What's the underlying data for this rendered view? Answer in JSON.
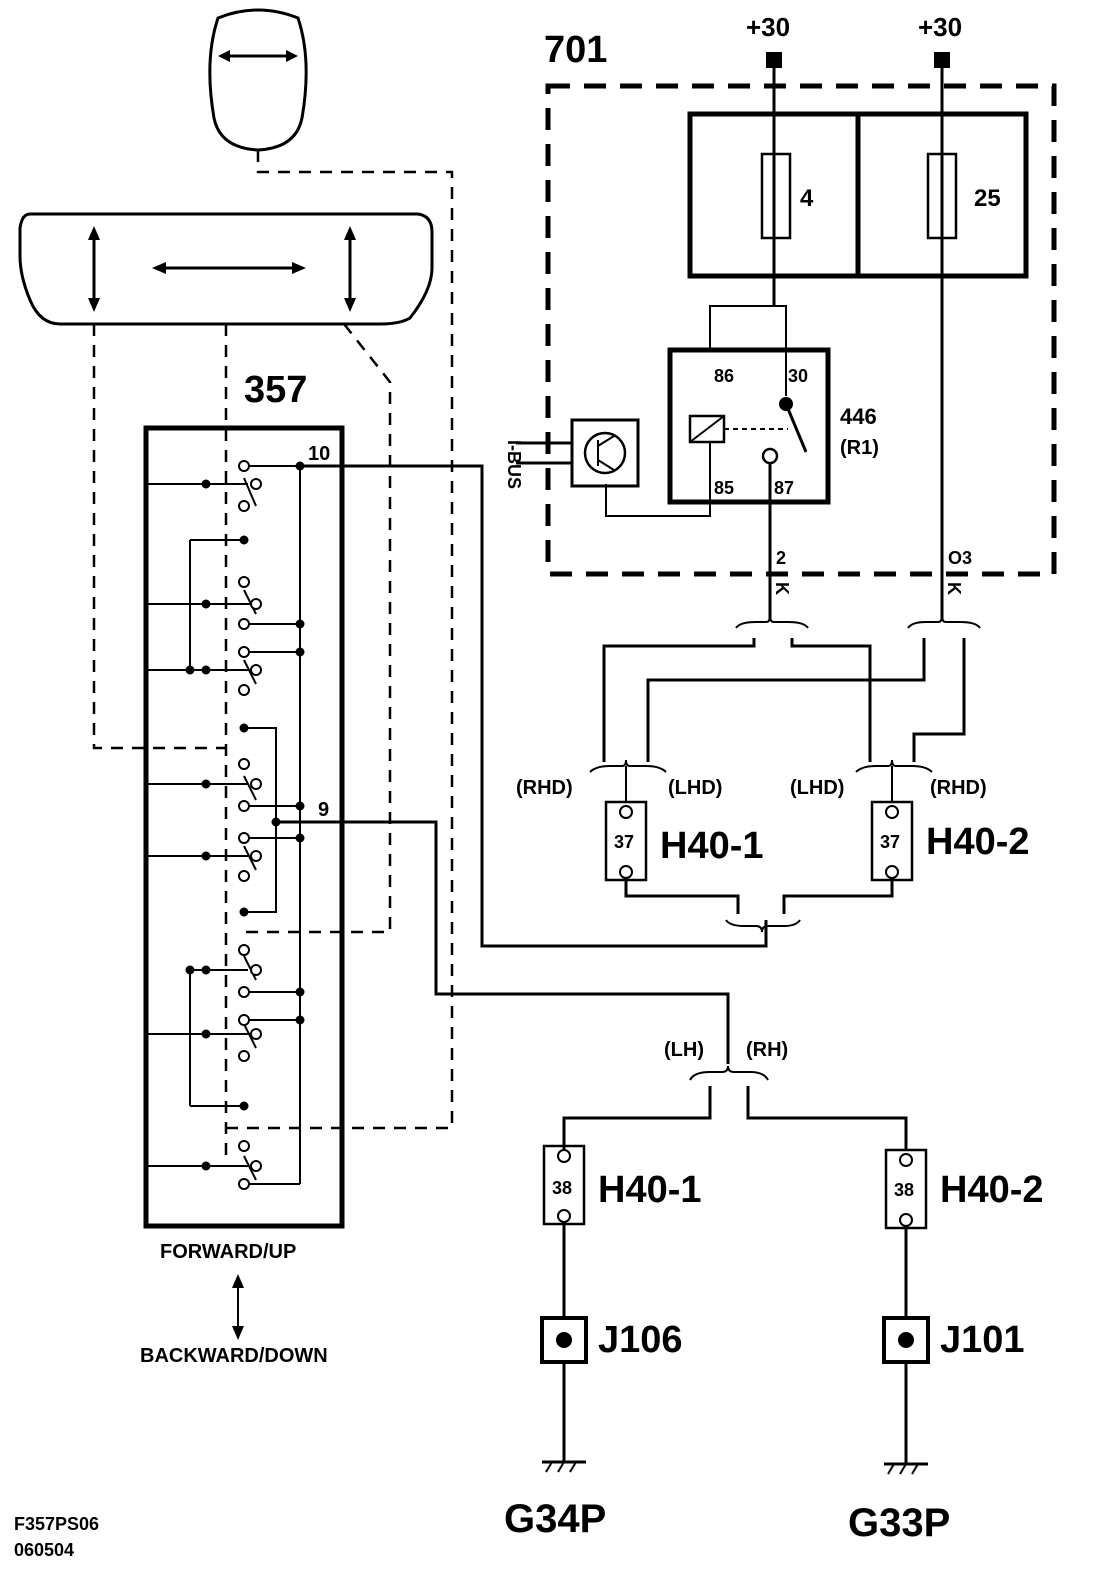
{
  "labels": {
    "module_701": "701",
    "supply_left": "+30",
    "supply_right": "+30",
    "fuse_left": "4",
    "fuse_right": "25",
    "relay_id": "446",
    "relay_sub": "(R1)",
    "pin86": "86",
    "pin30": "30",
    "pin85": "85",
    "pin87": "87",
    "ibus": "I-BUS",
    "wire_a_num": "2",
    "wire_a_col": "K",
    "wire_b_num": "O3",
    "wire_b_col": "K",
    "switch_357": "357",
    "pin10": "10",
    "pin9": "9",
    "rhd_left": "(RHD)",
    "lhd_left": "(LHD)",
    "lhd_right": "(LHD)",
    "rhd_right": "(RHD)",
    "conn37_left": "37",
    "conn37_right": "37",
    "h40_1_top": "H40-1",
    "h40_2_top": "H40-2",
    "lh": "(LH)",
    "rh": "(RH)",
    "conn38_left": "38",
    "conn38_right": "38",
    "h40_1_bottom": "H40-1",
    "h40_2_bottom": "H40-2",
    "j106": "J106",
    "j101": "J101",
    "g34p": "G34P",
    "g33p": "G33P",
    "forward_up": "FORWARD/UP",
    "backward_down": "BACKWARD/DOWN",
    "doc_code": "F357PS06",
    "doc_date": "060504"
  }
}
